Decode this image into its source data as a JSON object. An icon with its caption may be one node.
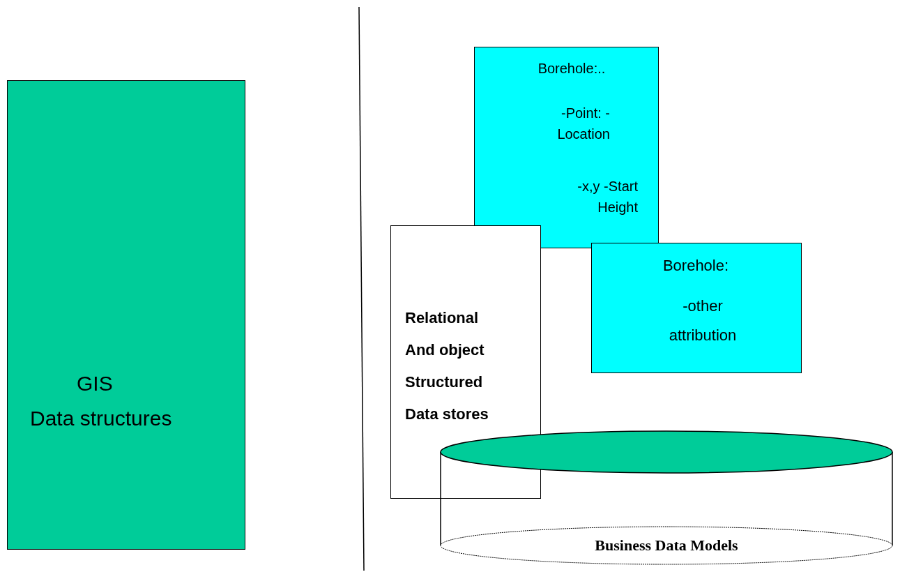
{
  "diagram": {
    "nodes": [
      {
        "text": [
          "GIS",
          "Data structures"
        ]
      },
      {
        "text": [
          "Borehole:..",
          "-Point: -Location",
          "-x,y -Start Height"
        ]
      },
      {
        "text": [
          "Relational And object Structured Data stores"
        ]
      },
      {
        "text": [
          "Borehole:",
          "-other attribution"
        ]
      },
      {
        "text": [
          "Business Data Models"
        ]
      }
    ],
    "edges": []
  }
}
